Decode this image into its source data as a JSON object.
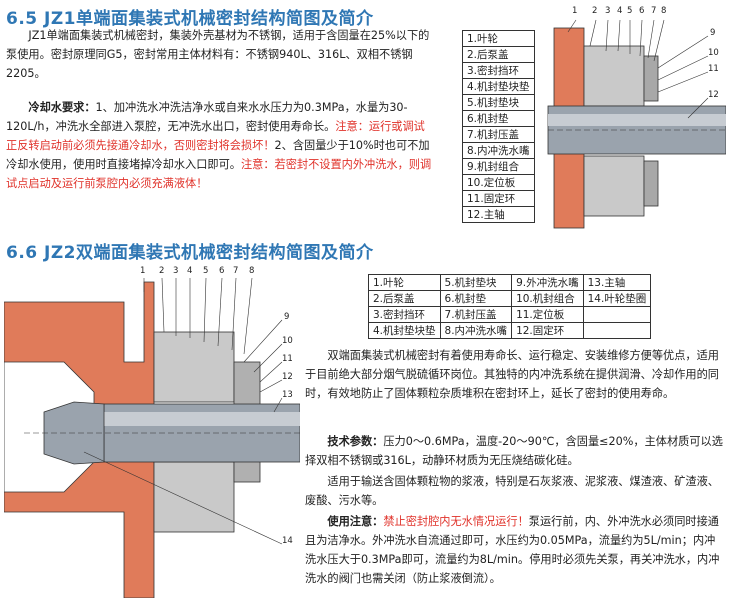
{
  "s65": {
    "title": "6.5 JZ1单端面集装式机械密封结构简图及简介",
    "para1": "JZ1单端面集装式机械密封，集装外壳基材为不锈钢，适用于含固量在25%以下的泵使用。密封原理同G5，密封常用主体材料有：不锈钢940L、316L、双相不锈钢2205。",
    "cool_label": "冷却水要求：",
    "cool_text1": "1、加冲洗水冲洗洁净水或自来水水压力为0.3MPa，水量为30-120L/h，冲洗水全部进入泵腔，无冲洗水出口，密封使用寿命长。",
    "cool_warn1": "注意：运行或调试正反转启动前必须先接通冷却水，否则密封将会损坏！",
    "cool_text2": "2、含固量少于10%时也可不加冷却水使用，使用时直接堵掉冷却水入口即可。",
    "cool_warn2": "注意：若密封不设置内外冲洗水，则调试点启动及运行前泵腔内必须充满液体！",
    "legend": [
      "1.叶轮",
      "2.后泵盖",
      "3.密封挡环",
      "4.机封垫块垫",
      "5.机封垫块",
      "6.机封垫",
      "7.机封压盖",
      "8.内冲洗水嘴",
      "9.机封组合",
      "10.定位板",
      "11.固定环",
      "12.主轴"
    ],
    "callouts": [
      "1",
      "2",
      "3",
      "4",
      "5",
      "6",
      "7",
      "8",
      "9",
      "10",
      "11",
      "12"
    ]
  },
  "s66": {
    "title": "6.6 JZ2双端面集装式机械密封结构简图及简介",
    "legend_rows": [
      [
        "1.叶轮",
        "5.机封垫块",
        "9.外冲洗水嘴",
        "13.主轴"
      ],
      [
        "2.后泵盖",
        "6.机封垫",
        "10.机封组合",
        "14.叶轮垫圈"
      ],
      [
        "3.密封挡环",
        "7.机封压盖",
        "11.定位板",
        ""
      ],
      [
        "4.机封垫块垫",
        "8.内冲洗水嘴",
        "12.固定环",
        ""
      ]
    ],
    "callouts": [
      "1",
      "2",
      "3",
      "4",
      "5",
      "6",
      "7",
      "8",
      "9",
      "10",
      "11",
      "12",
      "13",
      "14"
    ],
    "para1": "双端面集装式机械密封有着使用寿命长、运行稳定、安装维修方便等优点，适用于目前绝大部分烟气脱硫循环岗位。其独特的内冲洗系统在提供润滑、冷却作用的同时，有效地防止了固体颗粒杂质堆积在密封环上，延长了密封的使用寿命。",
    "tech_label": "技术参数：",
    "tech_text": "压力0～0.6MPa，温度-20～90℃，含固量≤20%，主体材质可以选择双相不锈钢或316L，动静环材质为无压烧结碳化硅。",
    "para3": "适用于输送含固体颗粒物的浆液，特别是石灰浆液、泥浆液、煤渣液、矿渣液、废酸、污水等。",
    "use_label": "使用注意：",
    "use_warn": "禁止密封腔内无水情况运行！",
    "use_text": "泵运行前，内、外冲洗水必须同时接通且为洁净水。外冲洗水自流通过即可，水压约为0.05MPa，流量约为5L/min；内冲洗水压大于0.3MPa即可，流量约为8L/min。停用时必须先关泵，再关冲洗水，内冲洗水的阀门也需关闭（防止浆液倒流）。"
  },
  "colors": {
    "heading": "#2f77b4",
    "warning": "#e0322a",
    "impeller": "#e07b5a"
  }
}
